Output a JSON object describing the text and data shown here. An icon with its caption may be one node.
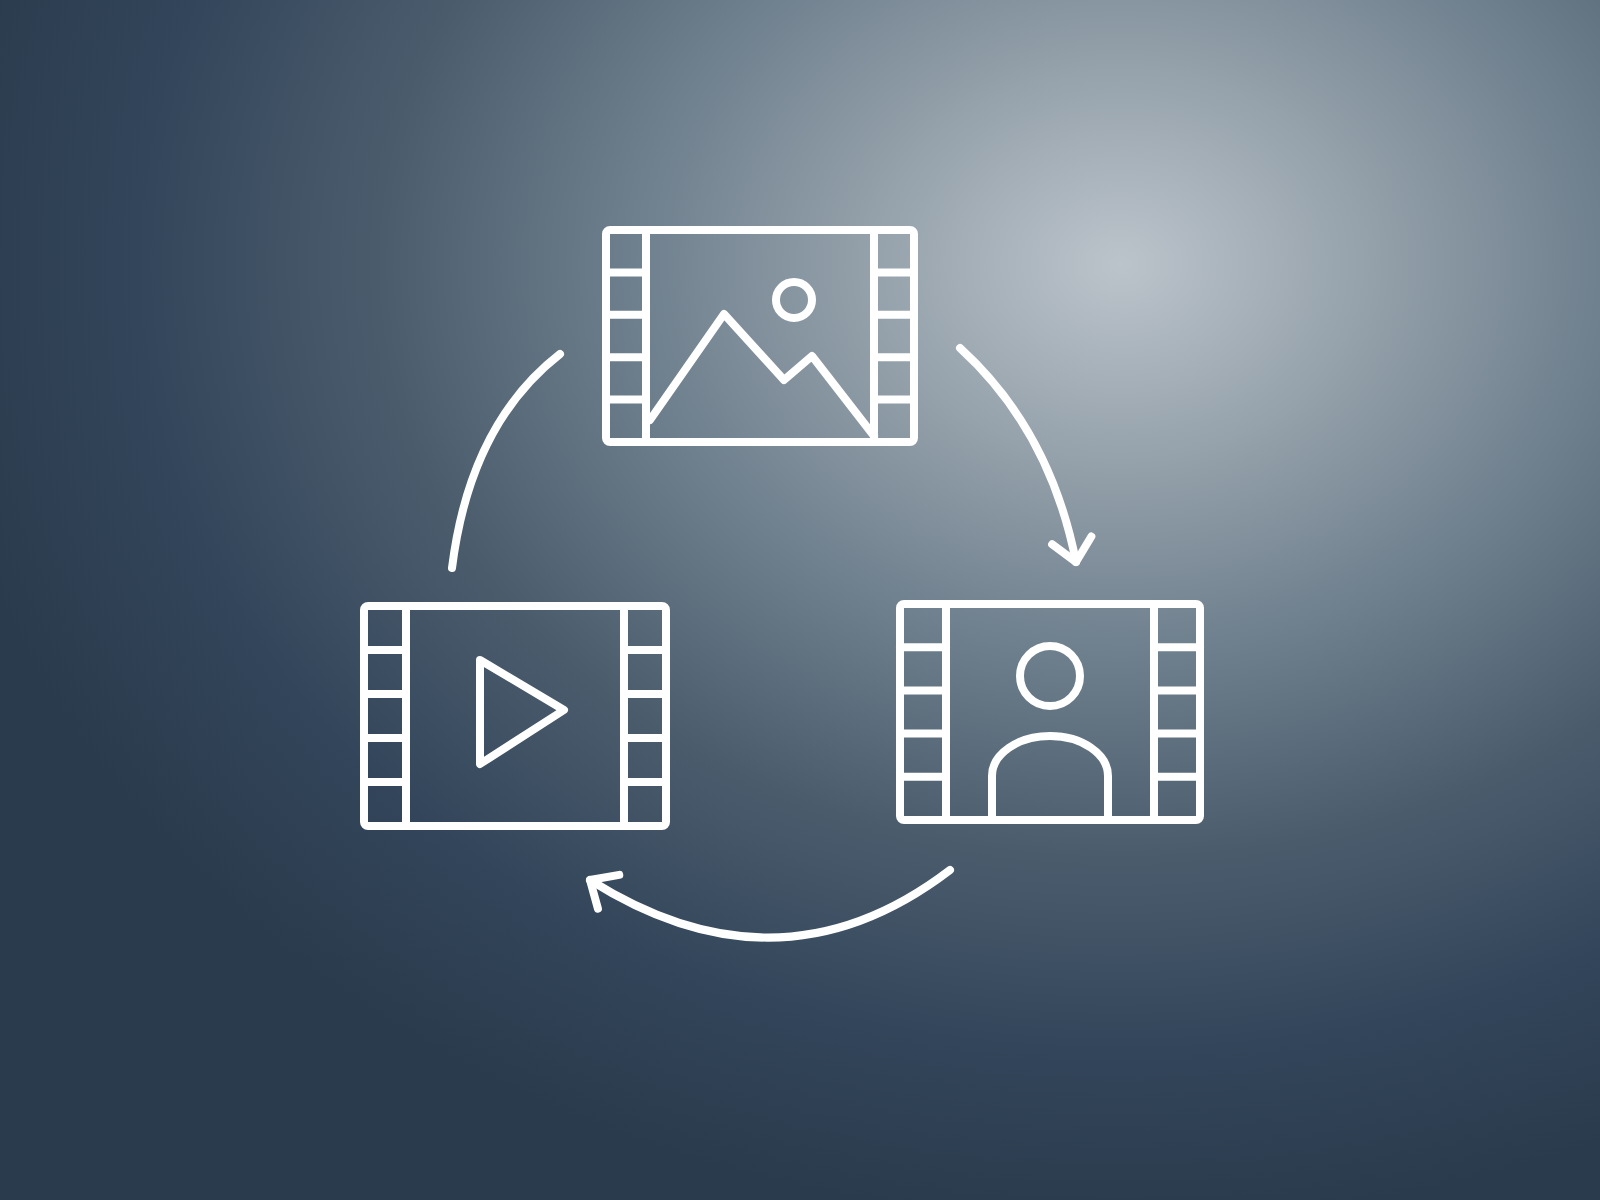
{
  "diagram": {
    "nodes": [
      {
        "text": [],
        "shape": "picture"
      },
      {
        "text": [],
        "shape": "picture"
      },
      {
        "text": [],
        "shape": "picture"
      }
    ],
    "edges": [
      {
        "from": 0,
        "to": 1,
        "arrow": "to"
      },
      {
        "from": 1,
        "to": 2,
        "arrow": "to"
      },
      {
        "from": 2,
        "to": 0,
        "arrow": "none"
      }
    ]
  }
}
